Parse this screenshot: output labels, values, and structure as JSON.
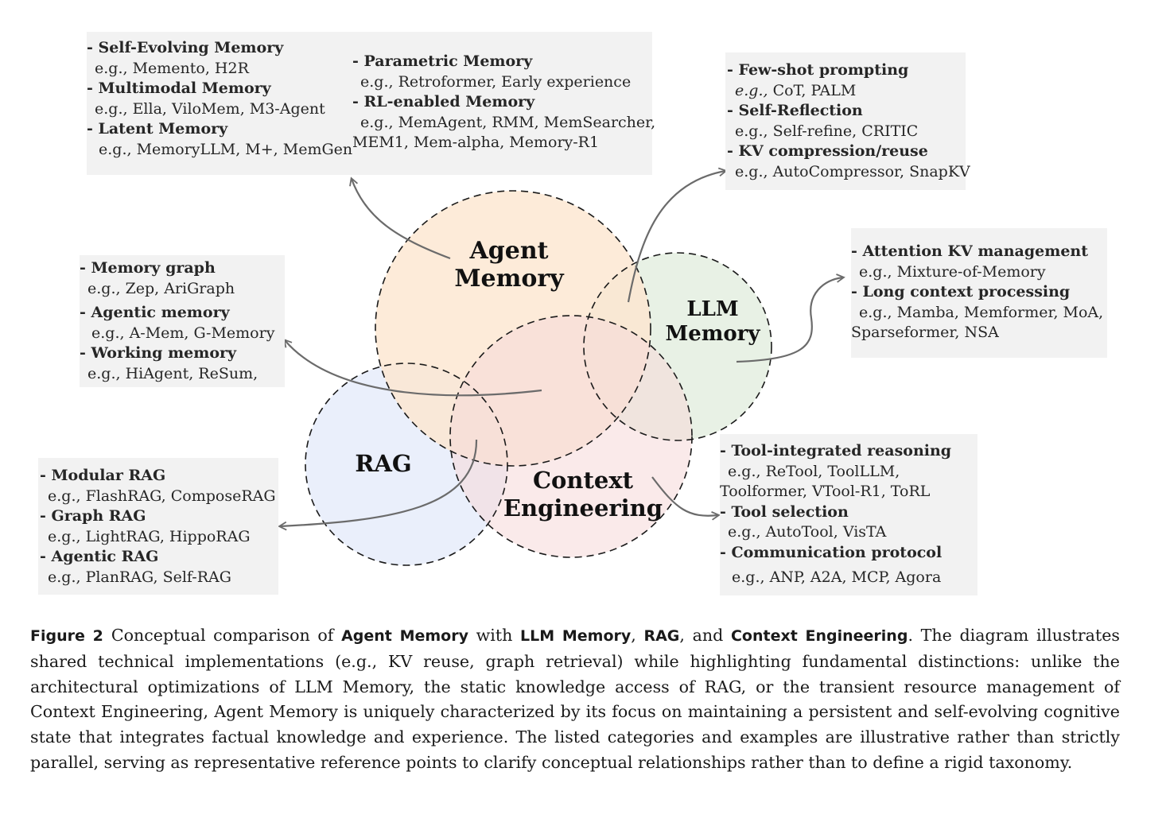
{
  "circles": {
    "agent_memory": {
      "line1": "Agent",
      "line2": "Memory",
      "fill": "#fde9d4"
    },
    "llm_memory": {
      "line1": "LLM",
      "line2": "Memory",
      "fill": "#e4efe1"
    },
    "rag": {
      "label": "RAG",
      "fill": "#e6ecfa"
    },
    "context_engineering": {
      "line1": "Context",
      "line2": "Engineering",
      "fill": "#f9e3e3"
    }
  },
  "boxes": {
    "agent_left": {
      "items": [
        {
          "head": "- Self-Evolving Memory",
          "ex": "e.g., Memento, H2R"
        },
        {
          "head": "- Multimodal Memory",
          "ex": "e.g., Ella, ViloMem, M3-Agent"
        },
        {
          "head": "- Latent Memory",
          "ex": "e.g., MemoryLLM, M+, MemGen"
        }
      ]
    },
    "agent_right": {
      "items": [
        {
          "head": "- Parametric Memory",
          "ex": "e.g., Retroformer, Early experience"
        },
        {
          "head": "- RL-enabled Memory",
          "ex": "e.g., MemAgent, RMM, MemSearcher,",
          "ex2": "MEM1, Mem-alpha, Memory-R1"
        }
      ]
    },
    "few_shot": {
      "items": [
        {
          "head": "- Few-shot prompting",
          "ex_italic": "e.g.,",
          "ex_rest": " CoT, PALM"
        },
        {
          "head": "- Self-Reflection",
          "ex": "e.g., Self-refine, CRITIC"
        },
        {
          "head": "- KV compression/reuse",
          "ex": "e.g., AutoCompressor, SnapKV"
        }
      ]
    },
    "llm_box": {
      "items": [
        {
          "head": "- Attention KV management",
          "ex": "e.g., Mixture-of-Memory"
        },
        {
          "head": "- Long context processing",
          "ex": "e.g., Mamba, Memformer, MoA,",
          "ex2": "Sparseformer, NSA"
        }
      ]
    },
    "graph_box": {
      "items": [
        {
          "head": "- Memory graph",
          "ex": "e.g., Zep, AriGraph"
        },
        {
          "head": "- Agentic memory",
          "ex": "e.g., A-Mem, G-Memory"
        },
        {
          "head": "- Working memory",
          "ex": "e.g., HiAgent, ReSum,"
        }
      ]
    },
    "rag_box": {
      "items": [
        {
          "head": "- Modular RAG",
          "ex": "e.g., FlashRAG, ComposeRAG"
        },
        {
          "head": "- Graph RAG",
          "ex": "e.g., LightRAG, HippoRAG"
        },
        {
          "head": "- Agentic RAG",
          "ex": "e.g., PlanRAG, Self-RAG"
        }
      ]
    },
    "tool_box": {
      "items": [
        {
          "head": "- Tool-integrated reasoning",
          "ex": "e.g., ReTool, ToolLLM,",
          "ex2": "Toolformer, VTool-R1, ToRL"
        },
        {
          "head": "- Tool selection",
          "ex": "e.g., AutoTool, VisTA"
        },
        {
          "head": "- Communication protocol",
          "ex": "e.g., ANP, A2A, MCP, Agora"
        }
      ]
    }
  },
  "caption": {
    "figure_label": "Figure 2",
    "t1": "Conceptual comparison of ",
    "term1": "Agent Memory",
    "t2": " with ",
    "term2": "LLM Memory",
    "t3": ", ",
    "term3": "RAG",
    "t4": ", and ",
    "term4": "Context Engineering",
    "t5": ". The diagram illustrates shared technical implementations (e.g., KV reuse, graph retrieval) while highlighting fundamental distinctions: unlike the architectural optimizations of LLM Memory, the static knowledge access of RAG, or the transient resource management of Context Engineering, Agent Memory is uniquely characterized by its focus on maintaining a persistent and self-evolving cognitive state that integrates factual knowledge and experience. The listed categories and examples are illustrative rather than strictly parallel, serving as representative reference points to clarify conceptual relationships rather than to define a rigid taxonomy."
  },
  "colors": {
    "box_bg": "#f2f2f2",
    "arrow": "#6b6b6b",
    "circle_stroke": "#1a1a1a"
  }
}
